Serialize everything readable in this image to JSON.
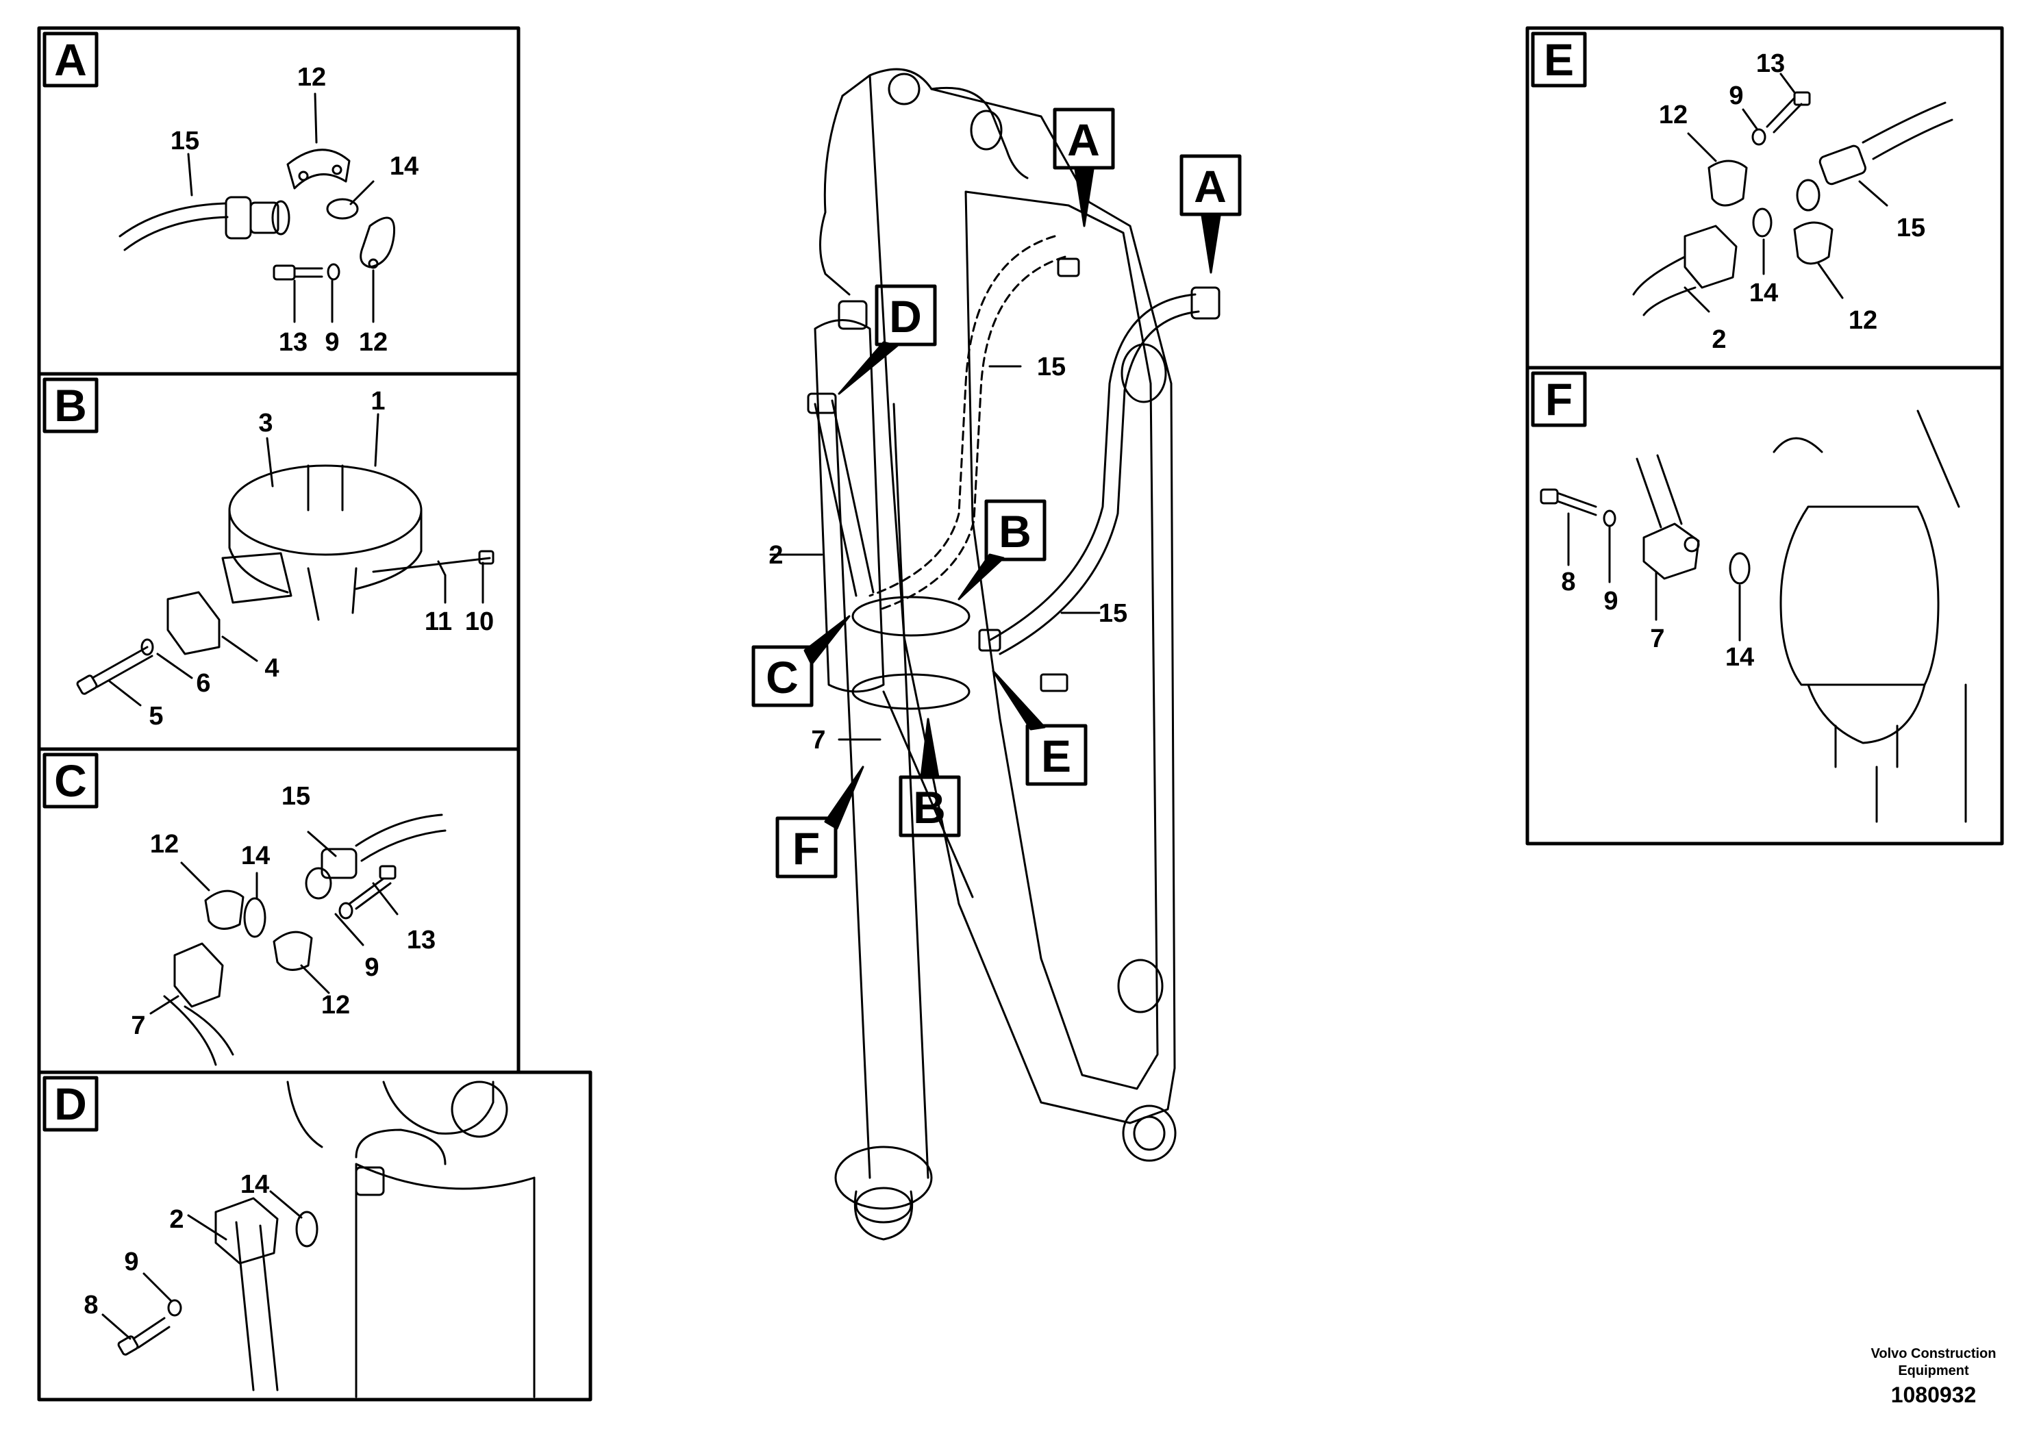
{
  "panels": {
    "A": {
      "letter": "A",
      "callouts": [
        "12",
        "15",
        "14",
        "13",
        "9",
        "12"
      ]
    },
    "B": {
      "letter": "B",
      "callouts": [
        "3",
        "1",
        "11",
        "10",
        "6",
        "4",
        "5"
      ]
    },
    "C": {
      "letter": "C",
      "callouts": [
        "15",
        "12",
        "14",
        "13",
        "9",
        "12",
        "7"
      ]
    },
    "D": {
      "letter": "D",
      "callouts": [
        "14",
        "2",
        "9",
        "8"
      ]
    },
    "E": {
      "letter": "E",
      "callouts": [
        "13",
        "9",
        "12",
        "15",
        "14",
        "12",
        "2"
      ]
    },
    "F": {
      "letter": "F",
      "callouts": [
        "8",
        "9",
        "7",
        "14"
      ]
    }
  },
  "main": {
    "flags": [
      "A",
      "A",
      "D",
      "B",
      "C",
      "E",
      "B",
      "F"
    ],
    "callouts": [
      "15",
      "2",
      "15",
      "7"
    ]
  },
  "footer": {
    "company_line1": "Volvo Construction",
    "company_line2": "Equipment",
    "part_number": "1080932"
  }
}
